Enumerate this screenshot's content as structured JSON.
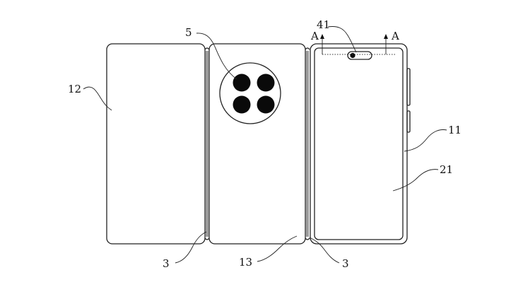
{
  "figure": {
    "labels": {
      "camera_module": "5",
      "notch": "41",
      "panel_left": "12",
      "hinge_left": "3",
      "panel_middle": "13",
      "hinge_right": "3",
      "frame": "11",
      "display": "21",
      "section_left": "A",
      "section_right": "A"
    },
    "colors": {
      "line": "#222222",
      "lens": "#0a0a0a",
      "background": "#ffffff"
    }
  }
}
